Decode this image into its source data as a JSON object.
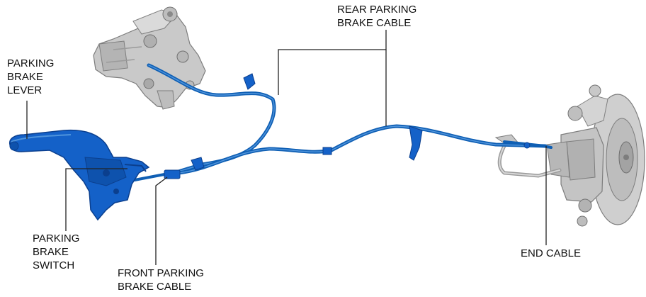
{
  "colors": {
    "cable": "#0f5fb4",
    "cable_highlight": "#4f94dc",
    "lever": "#1461c8",
    "lever_dark": "#0b3f8e",
    "hub": "#c9c9c9",
    "hub_dark": "#8c8c8c",
    "leader": "#222222",
    "text": "#111111"
  },
  "labels": {
    "parking_brake_lever": [
      "PARKING",
      "BRAKE",
      "LEVER"
    ],
    "rear_parking_brake_cable": [
      "REAR PARKING",
      "BRAKE CABLE"
    ],
    "parking_brake_switch": [
      "PARKING",
      "BRAKE",
      "SWITCH"
    ],
    "front_parking_brake_cable": [
      "FRONT PARKING",
      "BRAKE CABLE"
    ],
    "end_cable": [
      "END CABLE"
    ]
  },
  "icons": {
    "left_hub": "brake-knuckle-icon",
    "right_hub": "brake-disc-knuckle-icon",
    "lever": "parking-lever-icon"
  }
}
